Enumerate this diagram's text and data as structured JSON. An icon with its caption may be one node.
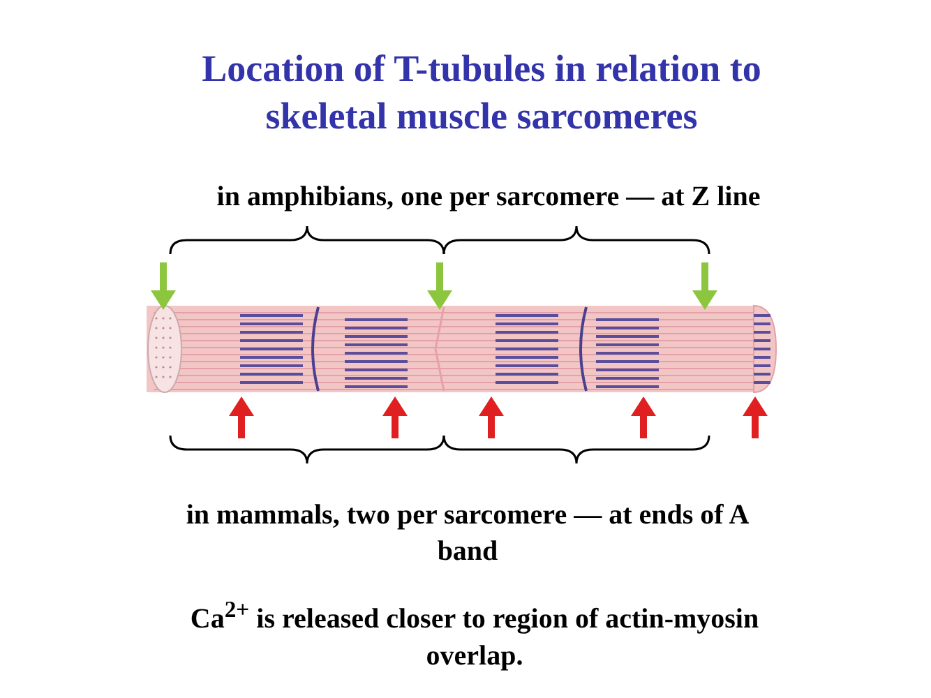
{
  "diagram": {
    "title": "Location of T-tubules in relation to skeletal muscle sarcomeres",
    "labels": [
      "in amphibians, one per sarcomere — at Z line",
      "in mammals, two per sarcomere — at ends of A band",
      "Ca$^{2+}$ is released closer to region of actin-myosin overlap."
    ]
  }
}
